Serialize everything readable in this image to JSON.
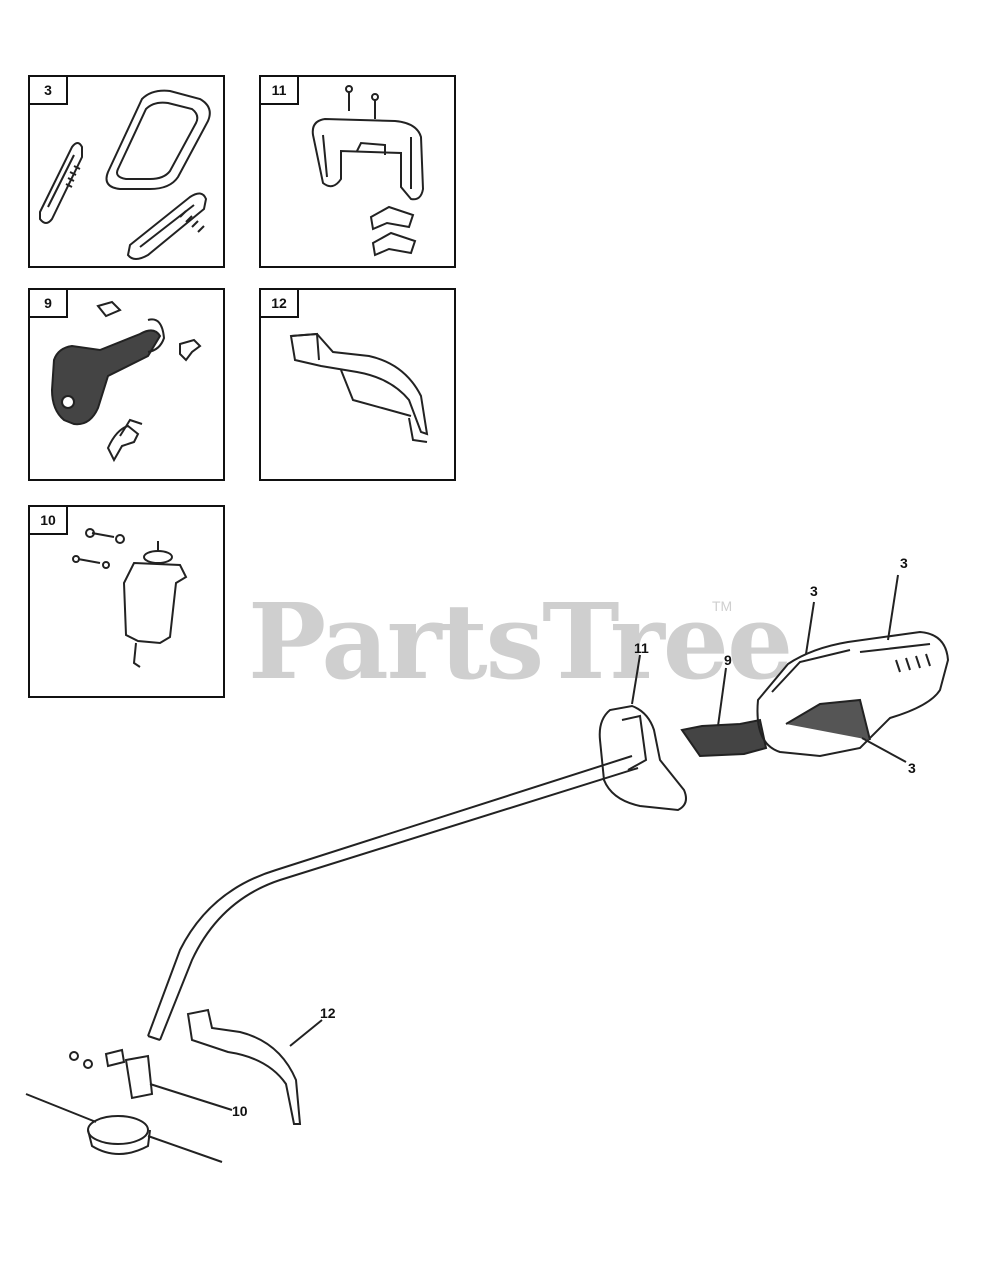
{
  "watermark": {
    "brand": "PartsTree",
    "tm": "TM"
  },
  "detail_boxes": [
    {
      "ref": "3"
    },
    {
      "ref": "11"
    },
    {
      "ref": "9"
    },
    {
      "ref": "12"
    },
    {
      "ref": "10"
    }
  ],
  "callouts": {
    "housing_top_right": "3",
    "housing_top": "3",
    "housing_side": "3",
    "loop_handle": "11",
    "handle_grip": "9",
    "guard": "12",
    "drive_assembly": "10"
  }
}
